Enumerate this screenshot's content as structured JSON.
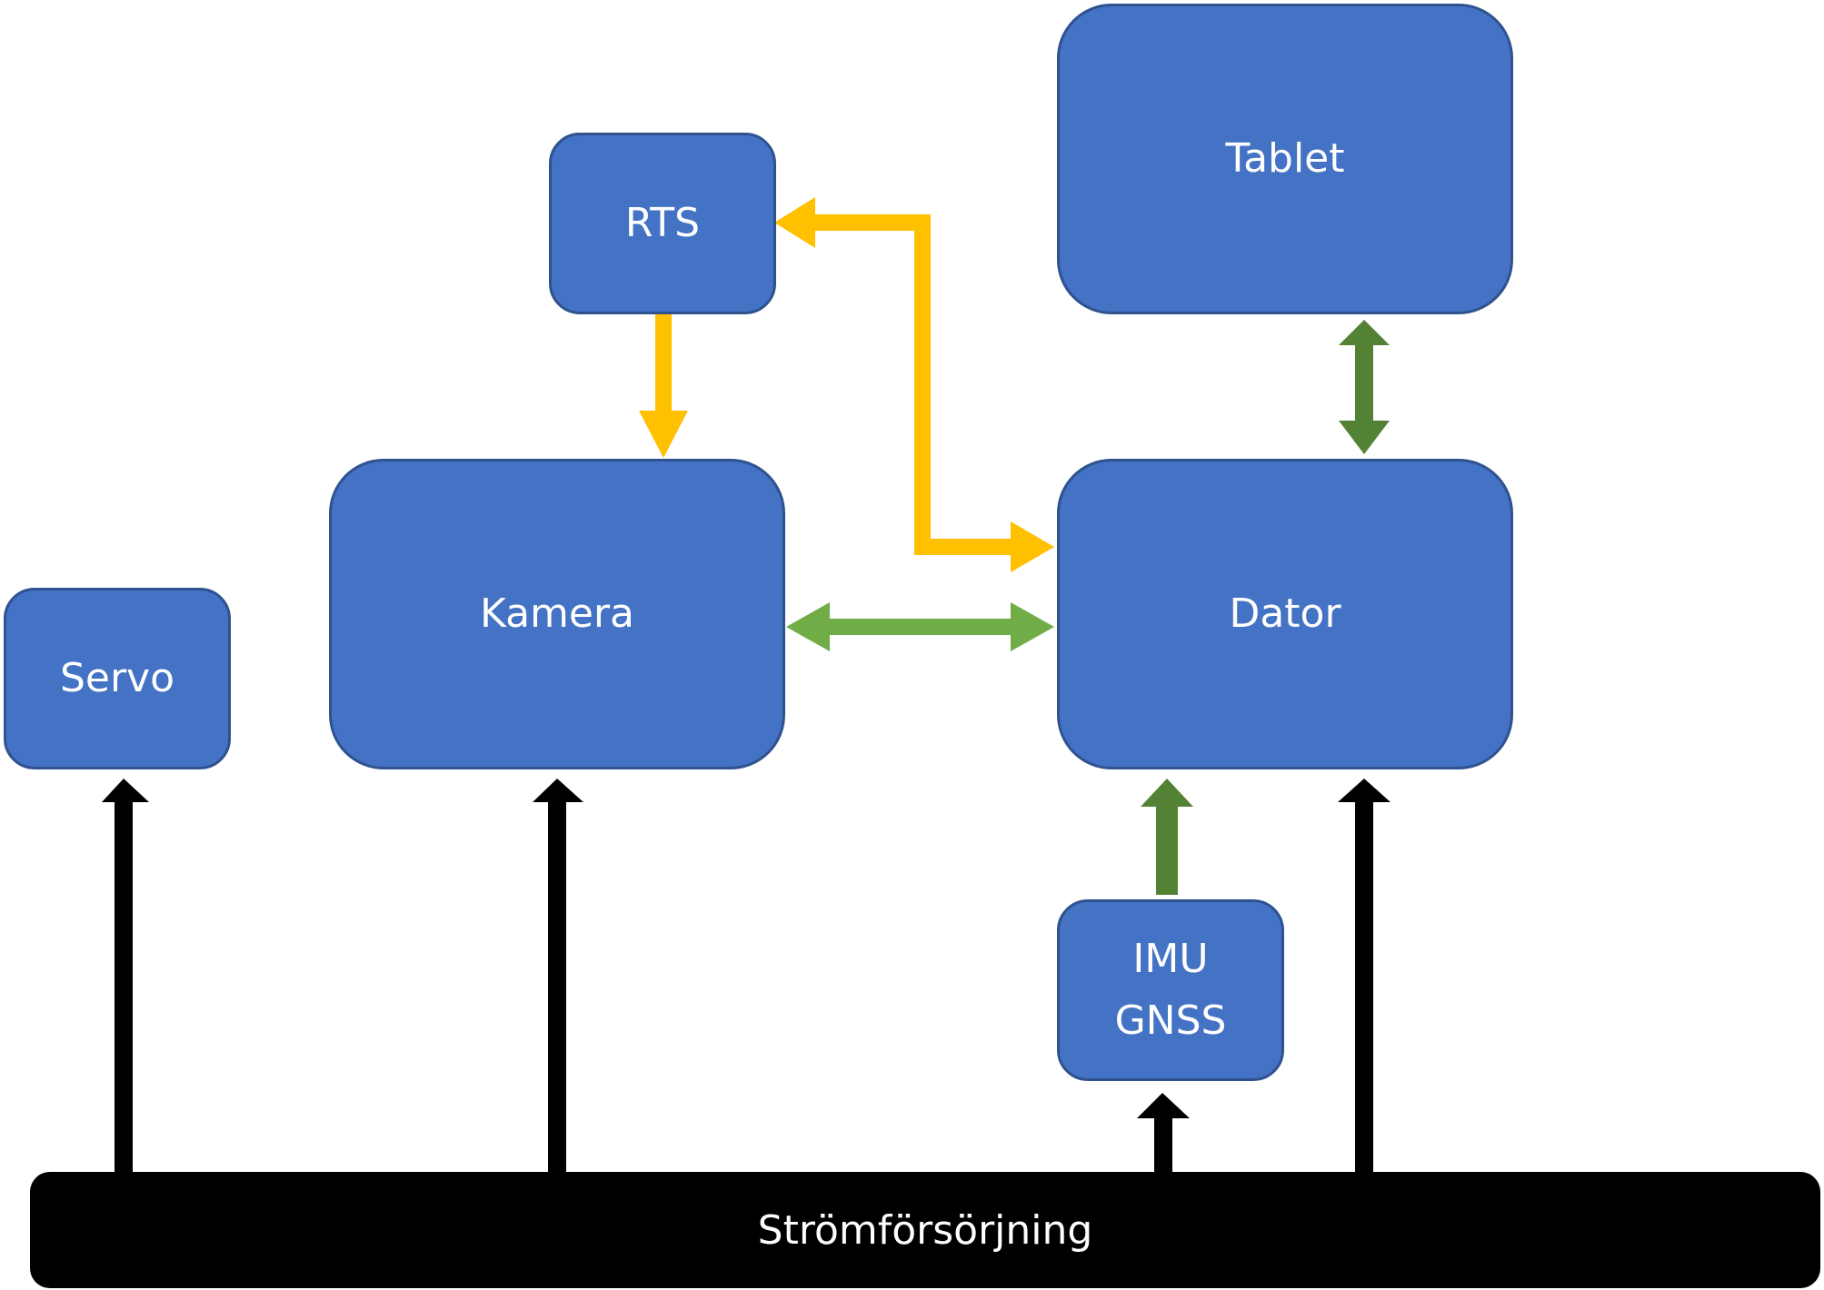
{
  "blocks": {
    "tablet": {
      "label": "Tablet"
    },
    "rts": {
      "label": "RTS"
    },
    "kamera": {
      "label": "Kamera"
    },
    "dator": {
      "label": "Dator"
    },
    "servo": {
      "label": "Servo"
    },
    "imu_gnss": {
      "line1": "IMU",
      "line2": "GNSS"
    },
    "power_bus": {
      "label": "Strömförsörjning"
    }
  },
  "colors": {
    "block_fill": "#4472C4",
    "block_border": "#2F528F",
    "orange_arrow": "#FFC000",
    "light_green_arrow": "#70AD47",
    "dark_green_arrow": "#548235",
    "power_arrow": "#000000"
  }
}
